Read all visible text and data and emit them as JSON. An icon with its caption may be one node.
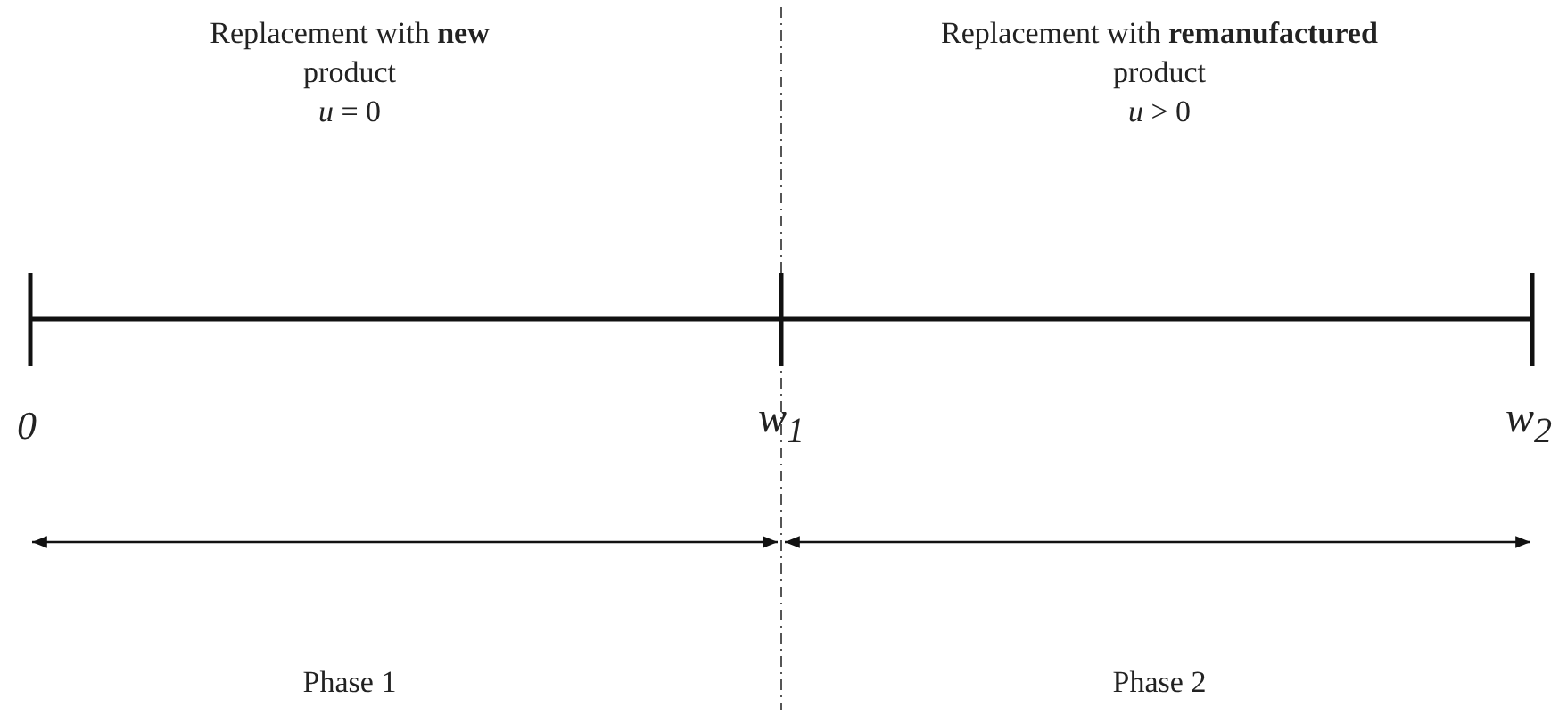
{
  "diagram": {
    "labels": [
      "Replacement with **new** product",
      "*u* = 0",
      "Replacement with **remanufactured** product",
      "*u* > 0",
      "0",
      "w$_{1}$",
      "w$_{2}$",
      "Phase 1",
      "Phase 2"
    ]
  }
}
